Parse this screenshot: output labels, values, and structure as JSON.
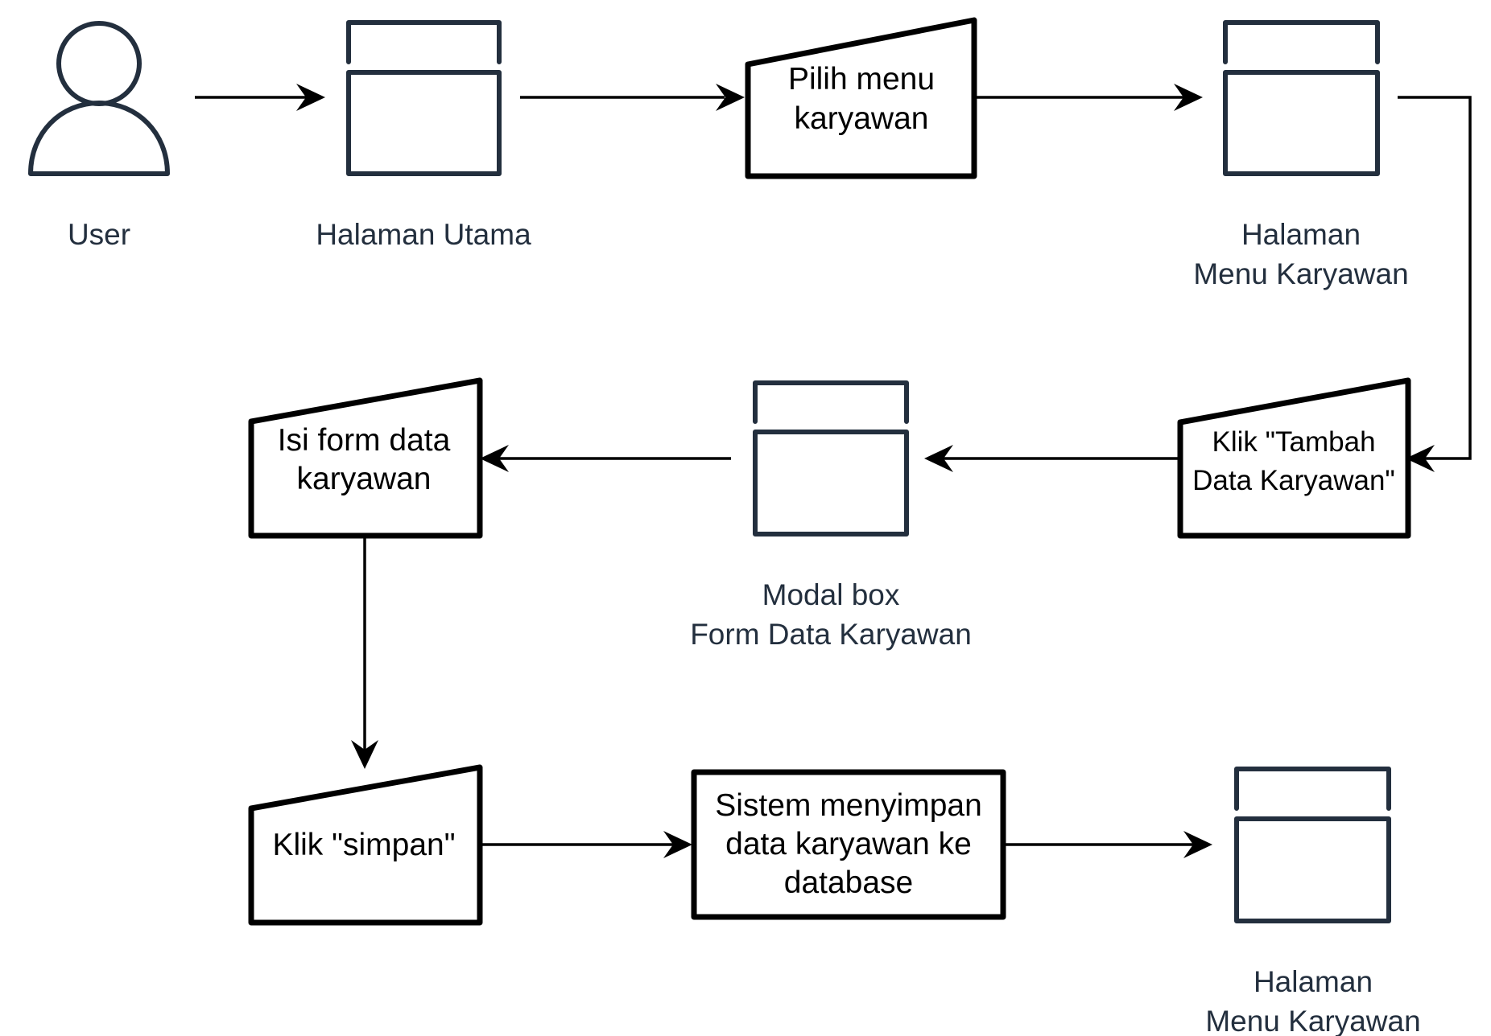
{
  "nodes": {
    "user": {
      "label": "User",
      "icon": "user-icon"
    },
    "halaman_utama": {
      "label": "Halaman Utama",
      "icon": "window-icon"
    },
    "pilih_menu": {
      "lines": [
        "Pilih menu",
        "karyawan"
      ],
      "shape": "manual-input"
    },
    "halaman_menu_1": {
      "lines": [
        "Halaman",
        "Menu Karyawan"
      ],
      "icon": "window-icon"
    },
    "klik_tambah": {
      "lines": [
        "Klik \"Tambah",
        "Data Karyawan\""
      ],
      "shape": "manual-input"
    },
    "modal_box": {
      "lines": [
        "Modal box",
        "Form Data Karyawan"
      ],
      "icon": "window-icon"
    },
    "isi_form": {
      "lines": [
        "Isi form data",
        "karyawan"
      ],
      "shape": "manual-input"
    },
    "klik_simpan": {
      "lines": [
        "Klik \"simpan\""
      ],
      "shape": "manual-input"
    },
    "sistem_simpan": {
      "lines": [
        "Sistem menyimpan",
        "data karyawan ke",
        "database"
      ],
      "shape": "process"
    },
    "halaman_menu_2": {
      "lines": [
        "Halaman",
        "Menu Karyawan"
      ],
      "icon": "window-icon"
    }
  },
  "edges": [
    {
      "from": "user",
      "to": "halaman_utama"
    },
    {
      "from": "halaman_utama",
      "to": "pilih_menu"
    },
    {
      "from": "pilih_menu",
      "to": "halaman_menu_1"
    },
    {
      "from": "halaman_menu_1",
      "to": "klik_tambah"
    },
    {
      "from": "klik_tambah",
      "to": "modal_box"
    },
    {
      "from": "modal_box",
      "to": "isi_form"
    },
    {
      "from": "isi_form",
      "to": "klik_simpan"
    },
    {
      "from": "klik_simpan",
      "to": "sistem_simpan"
    },
    {
      "from": "sistem_simpan",
      "to": "halaman_menu_2"
    }
  ],
  "colors": {
    "icon": "#232f3e",
    "shape_stroke": "#000000",
    "background": "#ffffff"
  }
}
